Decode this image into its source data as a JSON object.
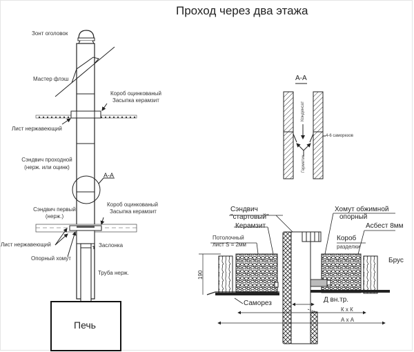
{
  "title": "Проход через два этажа",
  "left_diagram": {
    "labels": {
      "cap": "Зонт оголовок",
      "master_flash": "Мастер флэш",
      "box_top_1": "Короб оцинкованый",
      "box_top_2": "Засыпка керамзит",
      "sheet_top": "Лист нержавеющий",
      "sandwich_pass_1": "Сэндвич проходной",
      "sandwich_pass_2": "(нерж. или оцинк)",
      "section_ref": "А-А",
      "sandwich_first_1": "Сэндвич первый",
      "sandwich_first_2": "(нерж.)",
      "box_bottom_1": "Короб оцинкованый",
      "box_bottom_2": "Засыпка керамзит",
      "sheet_bottom": "Лист нержавеющий",
      "damper": "Заслонка",
      "support_clamp": "Опорный хомут",
      "pipe": "Труба нерж.",
      "stove": "Печь"
    }
  },
  "section_detail": {
    "title": "А-А",
    "labels": {
      "condensate": "Конденсат",
      "sealant": "Герметик",
      "screws": "4-6 саморезов"
    }
  },
  "ceiling_detail": {
    "labels": {
      "sandwich_1": "Сэндвич",
      "sandwich_2": "\"стартовый\"",
      "expanded_clay": "Керамзит",
      "ceiling_sheet_1": "Потолочный",
      "ceiling_sheet_2": "лист S = 2мм",
      "clamp_1": "Хомут обжимной",
      "clamp_2": "опорный",
      "asbestos": "Асбест 8мм",
      "box_1": "Короб",
      "box_2": "разделки",
      "beam": "Брус",
      "height_dim": "190",
      "screw": "Саморез",
      "inner_d": "Д вн.тр.",
      "k_dim": "К х К",
      "a_dim": "А х А"
    }
  }
}
